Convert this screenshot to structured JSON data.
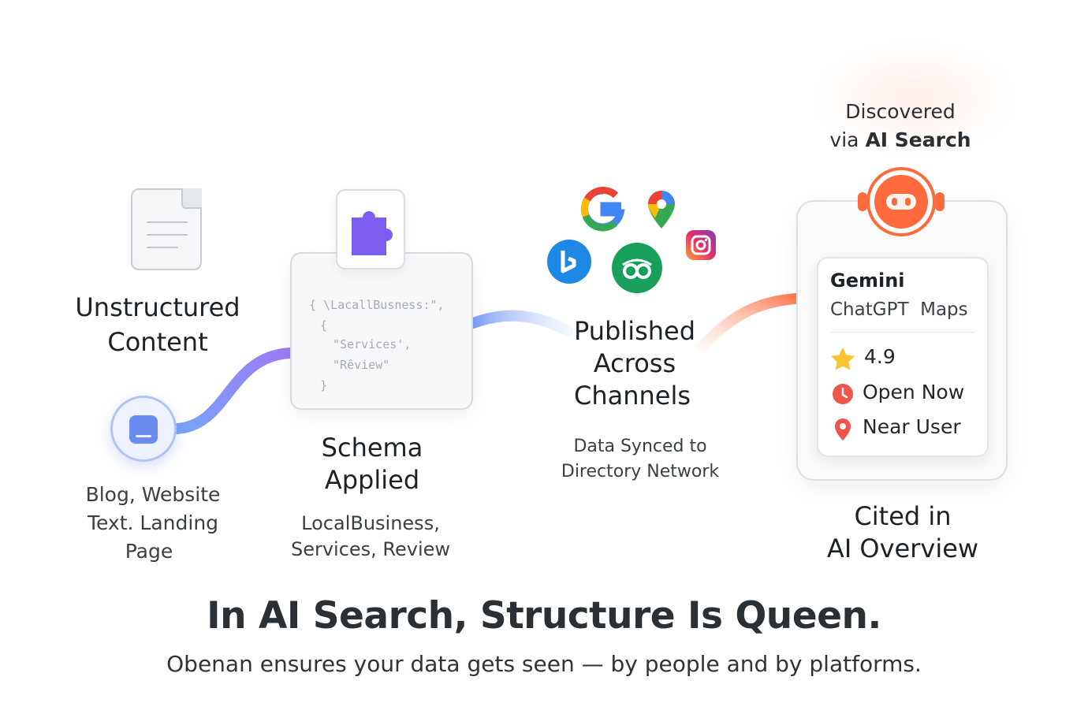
{
  "stages": {
    "unstructured": {
      "title_line1": "Unstructured",
      "title_line2": "Content",
      "sub_line1": "Blog, Website",
      "sub_line2": "Text. Landing",
      "sub_line3": "Page"
    },
    "schema": {
      "code_line1": "{ \\LacallBusness:\",",
      "code_line2": "{",
      "code_line3": "\"Services',",
      "code_line4": "\"Rêview\"",
      "code_line5": "}",
      "title_line1": "Schema",
      "title_line2": "Applied",
      "sub_line1": "LocalBusiness,",
      "sub_line2": "Services, Review"
    },
    "published": {
      "title_line1": "Published",
      "title_line2": "Across",
      "title_line3": "Channels",
      "sub_line1": "Data Synced to",
      "sub_line2": "Directory Network"
    },
    "ai": {
      "discovered_line1": "Discovered",
      "discovered_prefix": "via ",
      "discovered_bold": "AI Search",
      "card_header1": "Gemini",
      "card_header2": "ChatGPT  Maps",
      "rating": "4.9",
      "status": "Open Now",
      "location": "Near User",
      "title_line1": "Cited in",
      "title_line2": "AI Overview"
    }
  },
  "icons": {
    "unstructured": "document-icon",
    "blog": "page-icon",
    "schema": "puzzle-icon",
    "channels": [
      "google-icon",
      "google-maps-icon",
      "bing-icon",
      "tripadvisor-icon",
      "instagram-icon"
    ],
    "ai": "robot-icon",
    "rating": "star-icon",
    "status": "clock-icon",
    "location": "pin-icon"
  },
  "colors": {
    "flow_purple": "#8b7cf6",
    "flow_blue": "#7aa2f7",
    "flow_orange": "#ff7a4d",
    "puzzle": "#7d5cf0",
    "robot": "#ff6a3d"
  },
  "footer": {
    "headline": "In AI Search, Structure Is Queen.",
    "tagline": "Obenan ensures your data gets seen — by people and by platforms."
  }
}
